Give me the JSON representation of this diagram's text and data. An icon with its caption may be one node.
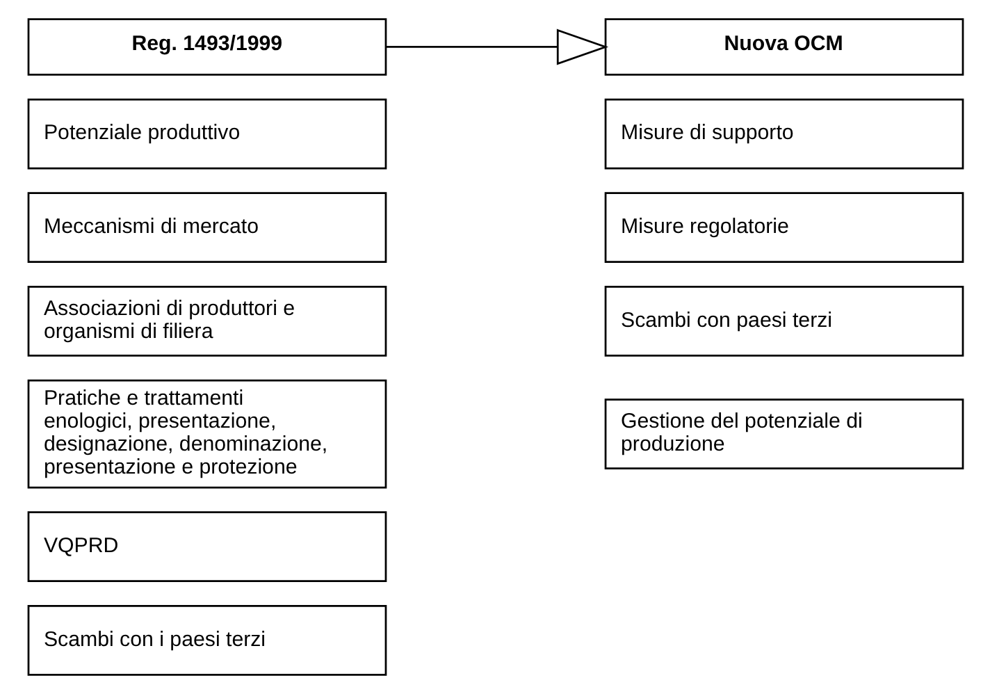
{
  "diagram": {
    "nodes": [
      {
        "text": [
          "Reg. 1493/1999"
        ]
      },
      {
        "text": [
          "Potenziale produttivo"
        ]
      },
      {
        "text": [
          "Meccanismi di mercato"
        ]
      },
      {
        "text": [
          "Associazioni di produttori e organismi di filiera"
        ]
      },
      {
        "text": [
          "Pratiche e trattamenti enologici, presentazione, designazione, denominazione, presentazione e protezione"
        ]
      },
      {
        "text": [
          "VQPRD"
        ]
      },
      {
        "text": [
          "Scambi con i paesi terzi"
        ]
      },
      {
        "text": [
          "Nuova OCM"
        ]
      },
      {
        "text": [
          "Misure di supporto"
        ]
      },
      {
        "text": [
          "Misure regolatorie"
        ]
      },
      {
        "text": [
          "Scambi con paesi terzi"
        ]
      },
      {
        "text": [
          "Gestione del potenziale di produzione"
        ]
      }
    ],
    "edges": [
      {
        "from": 0,
        "to": 7,
        "arrow": "to"
      }
    ]
  }
}
